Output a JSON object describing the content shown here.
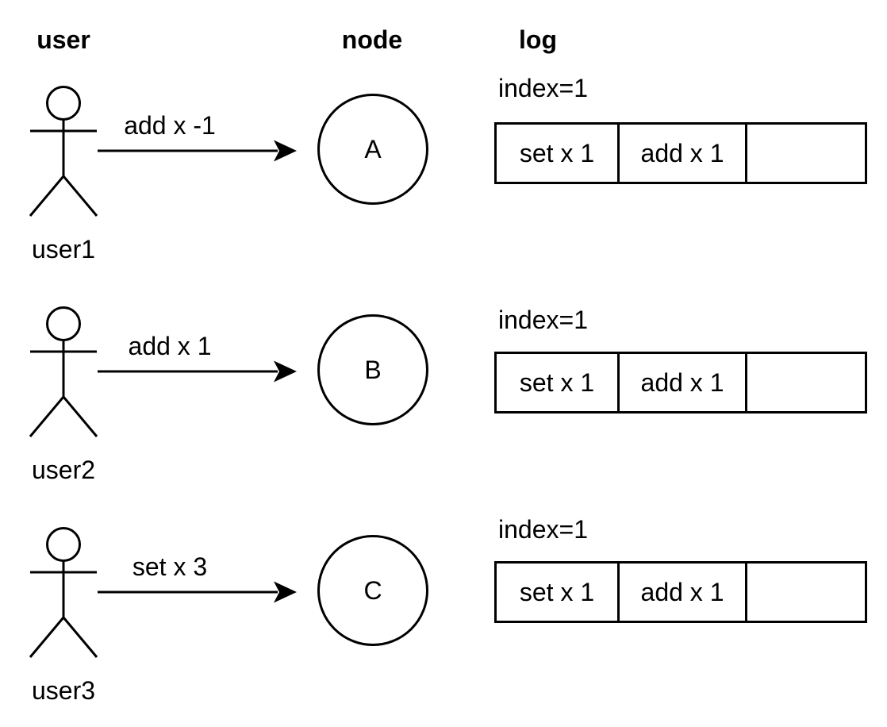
{
  "colors": {
    "ink": "#000000",
    "background": "#ffffff"
  },
  "headers": {
    "user": "user",
    "node": "node",
    "log": "log"
  },
  "rows": [
    {
      "user_label": "user1",
      "message": "add x -1",
      "node_label": "A",
      "log": {
        "index_label": "index=1",
        "cells": [
          "set x 1",
          "add x 1",
          ""
        ]
      }
    },
    {
      "user_label": "user2",
      "message": "add x 1",
      "node_label": "B",
      "log": {
        "index_label": "index=1",
        "cells": [
          "set x 1",
          "add x 1",
          ""
        ]
      }
    },
    {
      "user_label": "user3",
      "message": "set x 3",
      "node_label": "C",
      "log": {
        "index_label": "index=1",
        "cells": [
          "set x 1",
          "add x 1",
          ""
        ]
      }
    }
  ]
}
